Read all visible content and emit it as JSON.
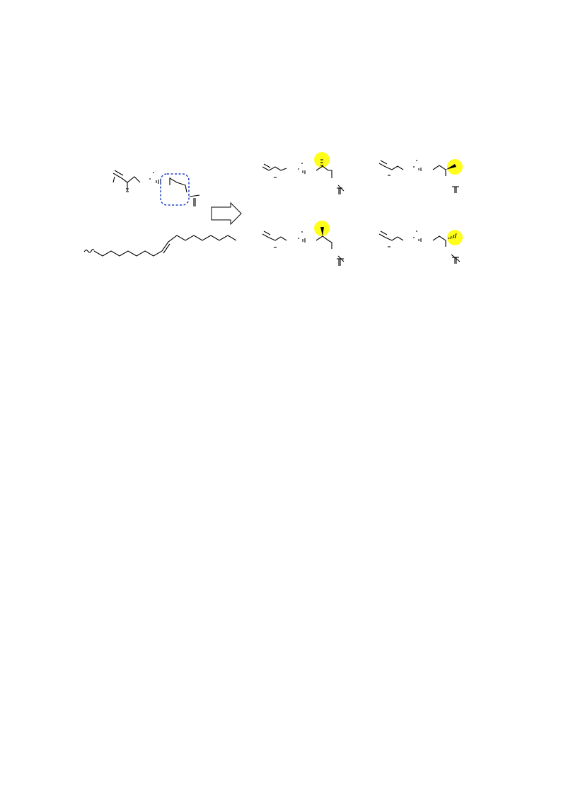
{
  "page": {
    "background": "#ffffff"
  },
  "scheme": {
    "line_color": "#000000",
    "highlight_color": "#ffff1a",
    "selection_box_color": "#2244cc",
    "arrow_icon": "hollow-right-arrow-icon",
    "reactant_count": 2,
    "product_count": 4,
    "products": [
      {
        "position": "top-left",
        "wedge": "hashed"
      },
      {
        "position": "top-right",
        "wedge": "bold"
      },
      {
        "position": "bottom-left",
        "wedge": "bold"
      },
      {
        "position": "bottom-right",
        "wedge": "hashed"
      }
    ]
  }
}
